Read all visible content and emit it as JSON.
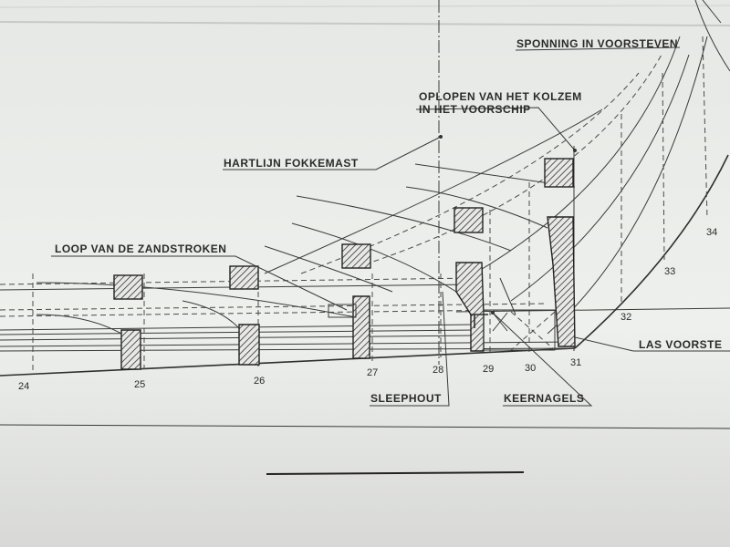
{
  "labels": {
    "sponning": "SPONNING IN VOORSTEVEN",
    "oplopen_1": "OPLOPEN VAN HET KOLZEM",
    "oplopen_2": "IN HET VOORSCHIP",
    "hartlijn": "HARTLIJN FOKKEMAST",
    "zandstroken": "LOOP VAN DE ZANDSTROKEN",
    "sleephout": "SLEEPHOUT",
    "keernagels": "KEERNAGELS",
    "las": "LAS VOORSTE"
  },
  "frames": [
    "24",
    "25",
    "26",
    "27",
    "28",
    "29",
    "30",
    "31",
    "32",
    "33",
    "34"
  ],
  "colors": {
    "paper": "#eceeeb",
    "ink": "#2a2a2a"
  }
}
